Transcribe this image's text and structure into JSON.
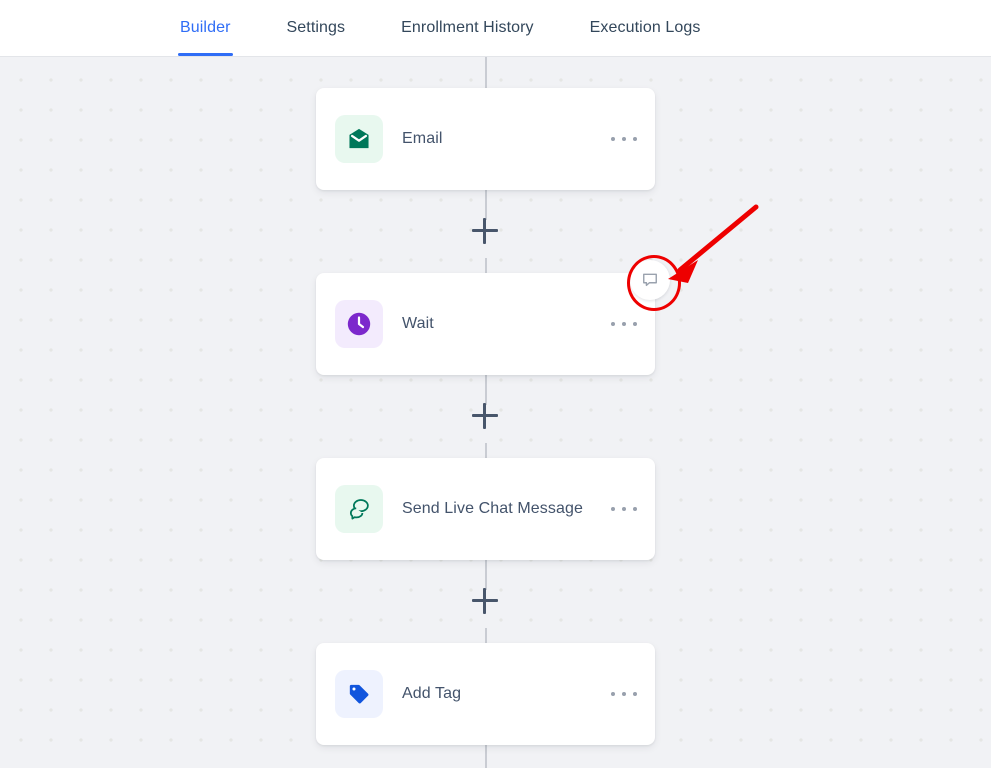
{
  "tabs": [
    {
      "label": "Builder",
      "active": true
    },
    {
      "label": "Settings",
      "active": false
    },
    {
      "label": "Enrollment History",
      "active": false
    },
    {
      "label": "Execution Logs",
      "active": false
    }
  ],
  "colors": {
    "accent": "#2f6df6",
    "canvas_bg": "#f1f2f5",
    "dot_grid": "#e5e6e4",
    "connector": "#c9ccd3",
    "label_text": "#43536b",
    "annotation_red": "#ee0000"
  },
  "canvas": {
    "nodes": [
      {
        "label": "Email",
        "icon": "envelope-open-icon",
        "icon_color": "#00785a",
        "icon_bg": "#e8f8ef",
        "menu_icon": "ellipsis-icon"
      },
      {
        "label": "Wait",
        "icon": "clock-icon",
        "icon_color": "#7c28cc",
        "icon_bg": "#f3ebfd",
        "menu_icon": "ellipsis-icon"
      },
      {
        "label": "Send Live Chat Message",
        "icon": "chat-bubbles-icon",
        "icon_color": "#00785a",
        "icon_bg": "#e8f8ef",
        "menu_icon": "ellipsis-icon"
      },
      {
        "label": "Add Tag",
        "icon": "tag-icon",
        "icon_color": "#1155dd",
        "icon_bg": "#eef2fe",
        "menu_icon": "ellipsis-icon"
      }
    ],
    "add_step_buttons": [
      {
        "icon": "plus-icon"
      },
      {
        "icon": "plus-icon"
      },
      {
        "icon": "plus-icon"
      }
    ],
    "comment_button": {
      "icon": "comment-bubble-icon"
    }
  },
  "annotations": {
    "highlight_circle": {
      "icon": "red-ellipse-highlight",
      "color": "#ee0000"
    },
    "pointer_arrow": {
      "icon": "red-arrow-icon",
      "color": "#ee0000"
    }
  }
}
